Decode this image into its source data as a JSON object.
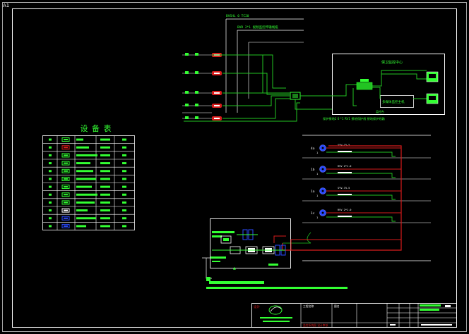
{
  "sheet": {
    "corner_mark": "A1",
    "colors": {
      "background": "#000000",
      "frame": "#ffffff",
      "wire_green": "#22c422",
      "bright_green": "#33ff33",
      "cable_red": "#d81c1c",
      "device_blue": "#2b4bff"
    }
  },
  "equipment_table": {
    "title": "设 备 表",
    "row_count": 12,
    "column_count": 5,
    "row_icon_colors": [
      "#33ff33",
      "#d81c1c",
      "#33ff33",
      "#33ff33",
      "#33ff33",
      "#33ff33",
      "#33ff33",
      "#33ff33",
      "#33ff33",
      "#ffffff",
      "#2b4bff",
      "#2b4bff"
    ]
  },
  "network": {
    "top_bus_label": "BVSHL 0 TC20",
    "top_bus_sublabel": "BVR 2*1 视频监控传输线缆",
    "control_center_label": "保卫监控中心",
    "sub_panel_label": "多媒体监控主机",
    "center_note": "监控台",
    "bottom_note": "保护接地2 6 *1 RV1 接地保护线 接地保护线路",
    "red_terminal_count": 5,
    "camera_labels": [
      "4a",
      "1b",
      "1a",
      "1c"
    ],
    "cable_tags": [
      "SYV-75-5",
      "RVV 2*1.0",
      "SYV-75-5",
      "RVV 2*1.0"
    ]
  },
  "title_block": {
    "company_mark": "设计",
    "project_label": "工程名称",
    "drawing_label": "图名",
    "footer_text": "监控系统图 设计审核"
  }
}
